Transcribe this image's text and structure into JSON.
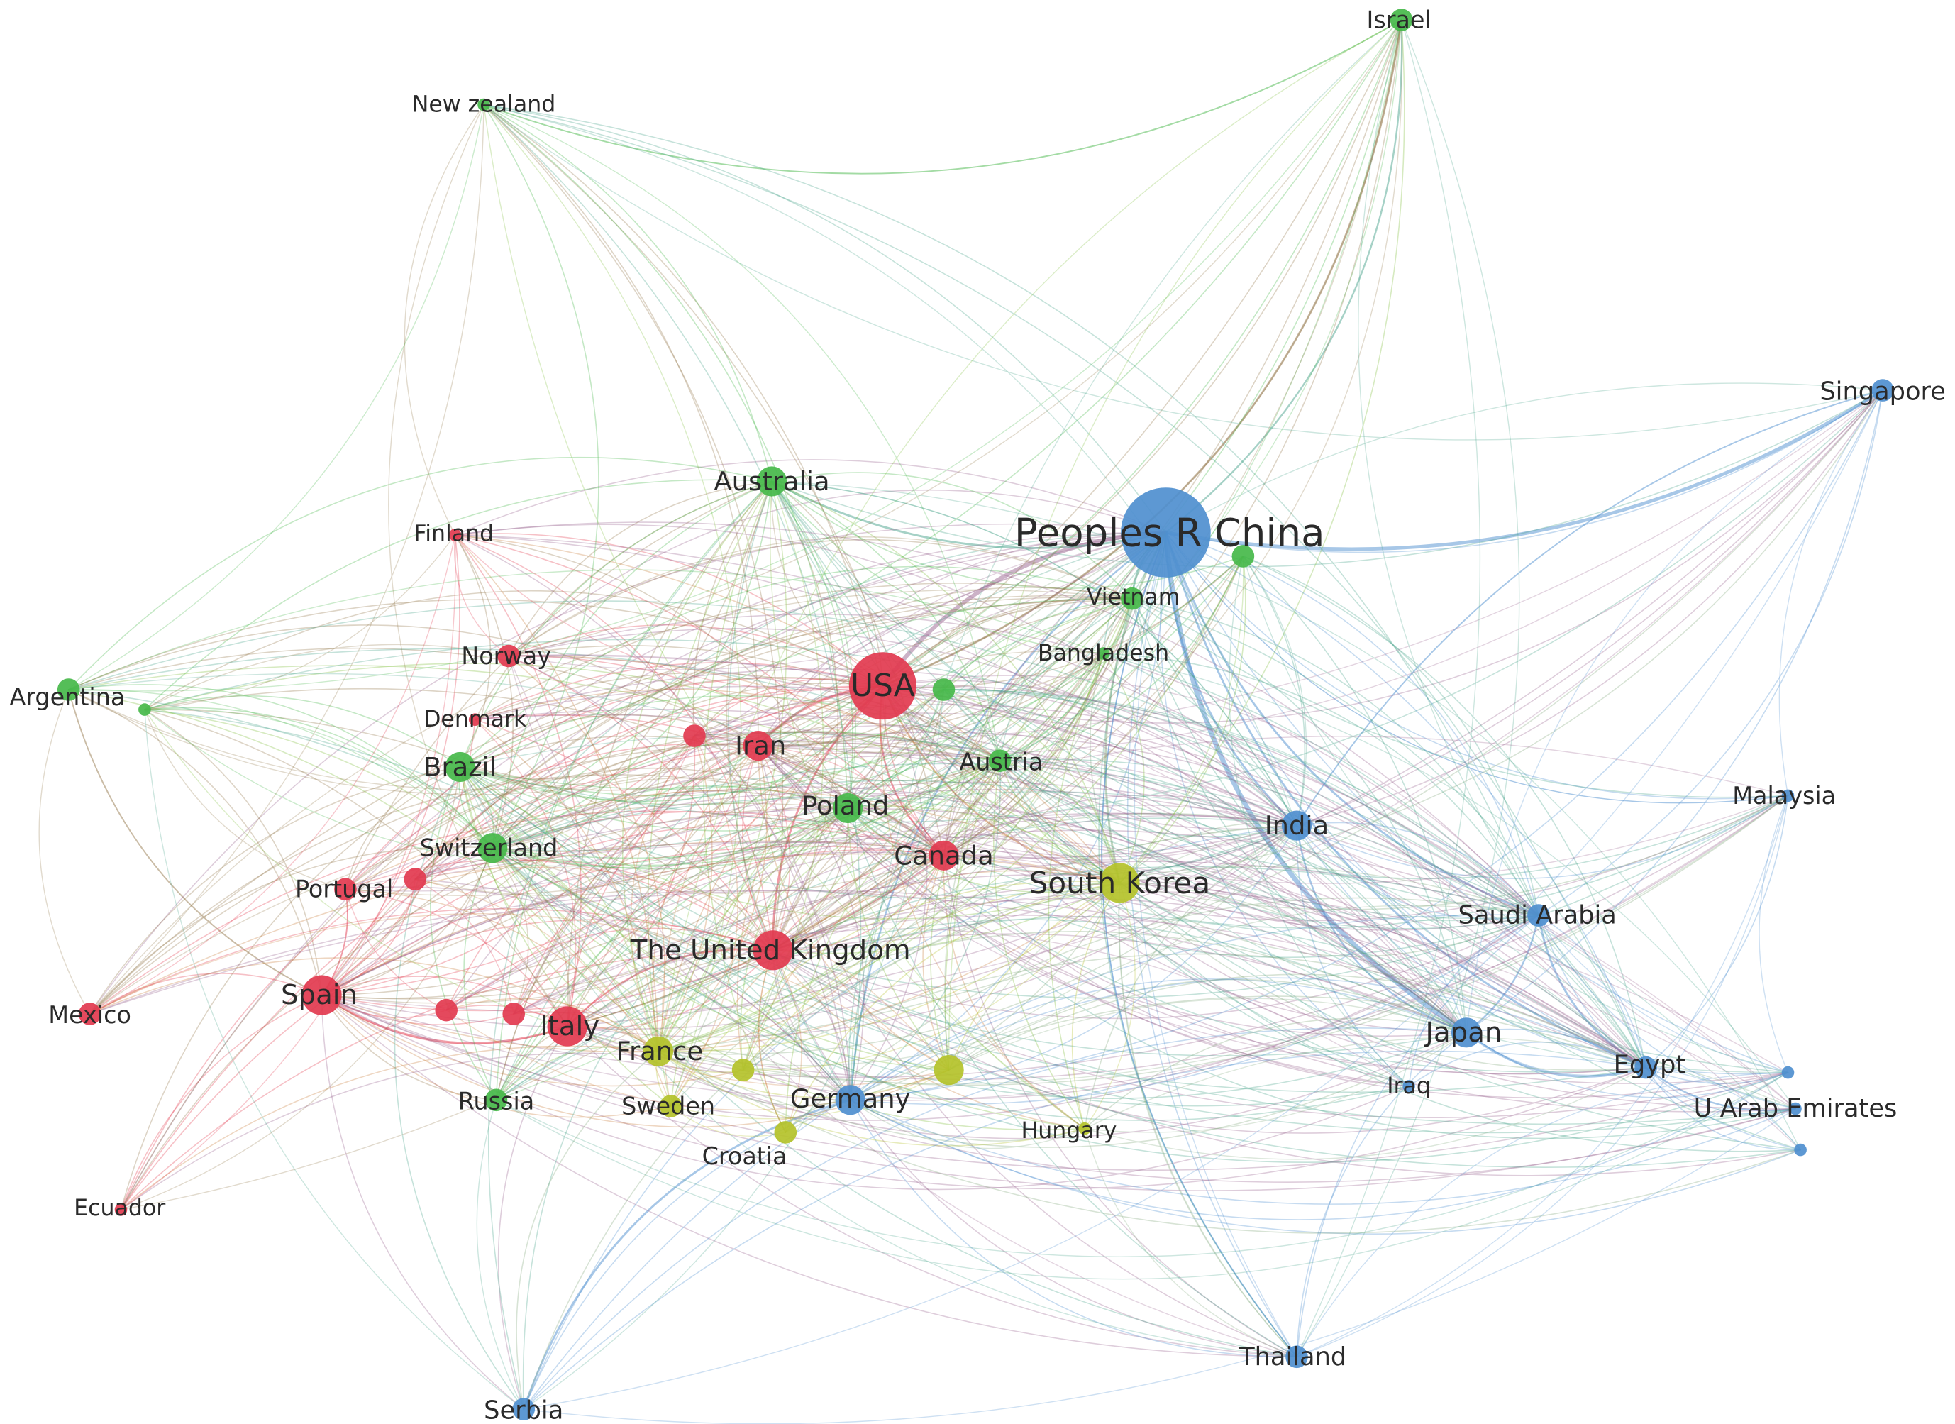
{
  "diagram": {
    "type": "co-authorship country network",
    "clusters": {
      "red": "#e23a4f",
      "green": "#47b84a",
      "blue": "#4f8fcf",
      "yellow": "#b4c22a"
    },
    "nodes": [
      {
        "id": "china",
        "label": "Peoples R China",
        "cluster": "blue",
        "size": 6
      },
      {
        "id": "usa",
        "label": "USA",
        "cluster": "red",
        "size": 5
      },
      {
        "id": "uk",
        "label": "The United Kingdom",
        "cluster": "red",
        "size": 4
      },
      {
        "id": "italy",
        "label": "Italy",
        "cluster": "red",
        "size": 4
      },
      {
        "id": "spain",
        "label": "Spain",
        "cluster": "red",
        "size": 4
      },
      {
        "id": "canada",
        "label": "Canada",
        "cluster": "red",
        "size": 3
      },
      {
        "id": "iran",
        "label": "Iran",
        "cluster": "red",
        "size": 3
      },
      {
        "id": "portugal",
        "label": "Portugal",
        "cluster": "red",
        "size": 2
      },
      {
        "id": "mexico",
        "label": "Mexico",
        "cluster": "red",
        "size": 2
      },
      {
        "id": "norway",
        "label": "Norway",
        "cluster": "red",
        "size": 2
      },
      {
        "id": "finland",
        "label": "Finland",
        "cluster": "red",
        "size": 1
      },
      {
        "id": "denmark",
        "label": "Denmark",
        "cluster": "red",
        "size": 1
      },
      {
        "id": "ecuador",
        "label": "Ecuador",
        "cluster": "red",
        "size": 1
      },
      {
        "id": "r_unl1",
        "label": "",
        "cluster": "red",
        "size": 2
      },
      {
        "id": "r_unl2",
        "label": "",
        "cluster": "red",
        "size": 2
      },
      {
        "id": "r_unl3",
        "label": "",
        "cluster": "red",
        "size": 2
      },
      {
        "id": "r_unl4",
        "label": "",
        "cluster": "red",
        "size": 2
      },
      {
        "id": "australia",
        "label": "Australia",
        "cluster": "green",
        "size": 3
      },
      {
        "id": "brazil",
        "label": "Brazil",
        "cluster": "green",
        "size": 3
      },
      {
        "id": "poland",
        "label": "Poland",
        "cluster": "green",
        "size": 3
      },
      {
        "id": "switzerland",
        "label": "Switzerland",
        "cluster": "green",
        "size": 3
      },
      {
        "id": "russia",
        "label": "Russia",
        "cluster": "green",
        "size": 2
      },
      {
        "id": "austria",
        "label": "Austria",
        "cluster": "green",
        "size": 2
      },
      {
        "id": "vietnam",
        "label": "Vietnam",
        "cluster": "green",
        "size": 2
      },
      {
        "id": "bangladesh",
        "label": "Bangladesh",
        "cluster": "green",
        "size": 1
      },
      {
        "id": "israel",
        "label": "Israel",
        "cluster": "green",
        "size": 2
      },
      {
        "id": "newzealand",
        "label": "New zealand",
        "cluster": "green",
        "size": 1
      },
      {
        "id": "argentina",
        "label": "Argentina",
        "cluster": "green",
        "size": 2
      },
      {
        "id": "g_unl1",
        "label": "",
        "cluster": "green",
        "size": 2
      },
      {
        "id": "g_unl2",
        "label": "",
        "cluster": "green",
        "size": 2
      },
      {
        "id": "g_unl3",
        "label": "",
        "cluster": "green",
        "size": 1
      },
      {
        "id": "india",
        "label": "India",
        "cluster": "blue",
        "size": 3
      },
      {
        "id": "japan",
        "label": "Japan",
        "cluster": "blue",
        "size": 3
      },
      {
        "id": "germany",
        "label": "Germany",
        "cluster": "blue",
        "size": 3
      },
      {
        "id": "saudi",
        "label": "Saudi Arabia",
        "cluster": "blue",
        "size": 2
      },
      {
        "id": "egypt",
        "label": "Egypt",
        "cluster": "blue",
        "size": 2
      },
      {
        "id": "singapore",
        "label": "Singapore",
        "cluster": "blue",
        "size": 2
      },
      {
        "id": "malaysia",
        "label": "Malaysia",
        "cluster": "blue",
        "size": 1
      },
      {
        "id": "uae",
        "label": "U Arab Emirates",
        "cluster": "blue",
        "size": 1
      },
      {
        "id": "iraq",
        "label": "Iraq",
        "cluster": "blue",
        "size": 1
      },
      {
        "id": "thailand",
        "label": "Thailand",
        "cluster": "blue",
        "size": 2
      },
      {
        "id": "serbia",
        "label": "Serbia",
        "cluster": "blue",
        "size": 2
      },
      {
        "id": "b_unl1",
        "label": "",
        "cluster": "blue",
        "size": 1
      },
      {
        "id": "b_unl2",
        "label": "",
        "cluster": "blue",
        "size": 1
      },
      {
        "id": "southkorea",
        "label": "South Korea",
        "cluster": "yellow",
        "size": 4
      },
      {
        "id": "france",
        "label": "France",
        "cluster": "yellow",
        "size": 3
      },
      {
        "id": "sweden",
        "label": "Sweden",
        "cluster": "yellow",
        "size": 2
      },
      {
        "id": "croatia",
        "label": "Croatia",
        "cluster": "yellow",
        "size": 2
      },
      {
        "id": "hungary",
        "label": "Hungary",
        "cluster": "yellow",
        "size": 1
      },
      {
        "id": "y_unl1",
        "label": "",
        "cluster": "yellow",
        "size": 2
      },
      {
        "id": "y_unl2",
        "label": "",
        "cluster": "yellow",
        "size": 3
      }
    ]
  }
}
